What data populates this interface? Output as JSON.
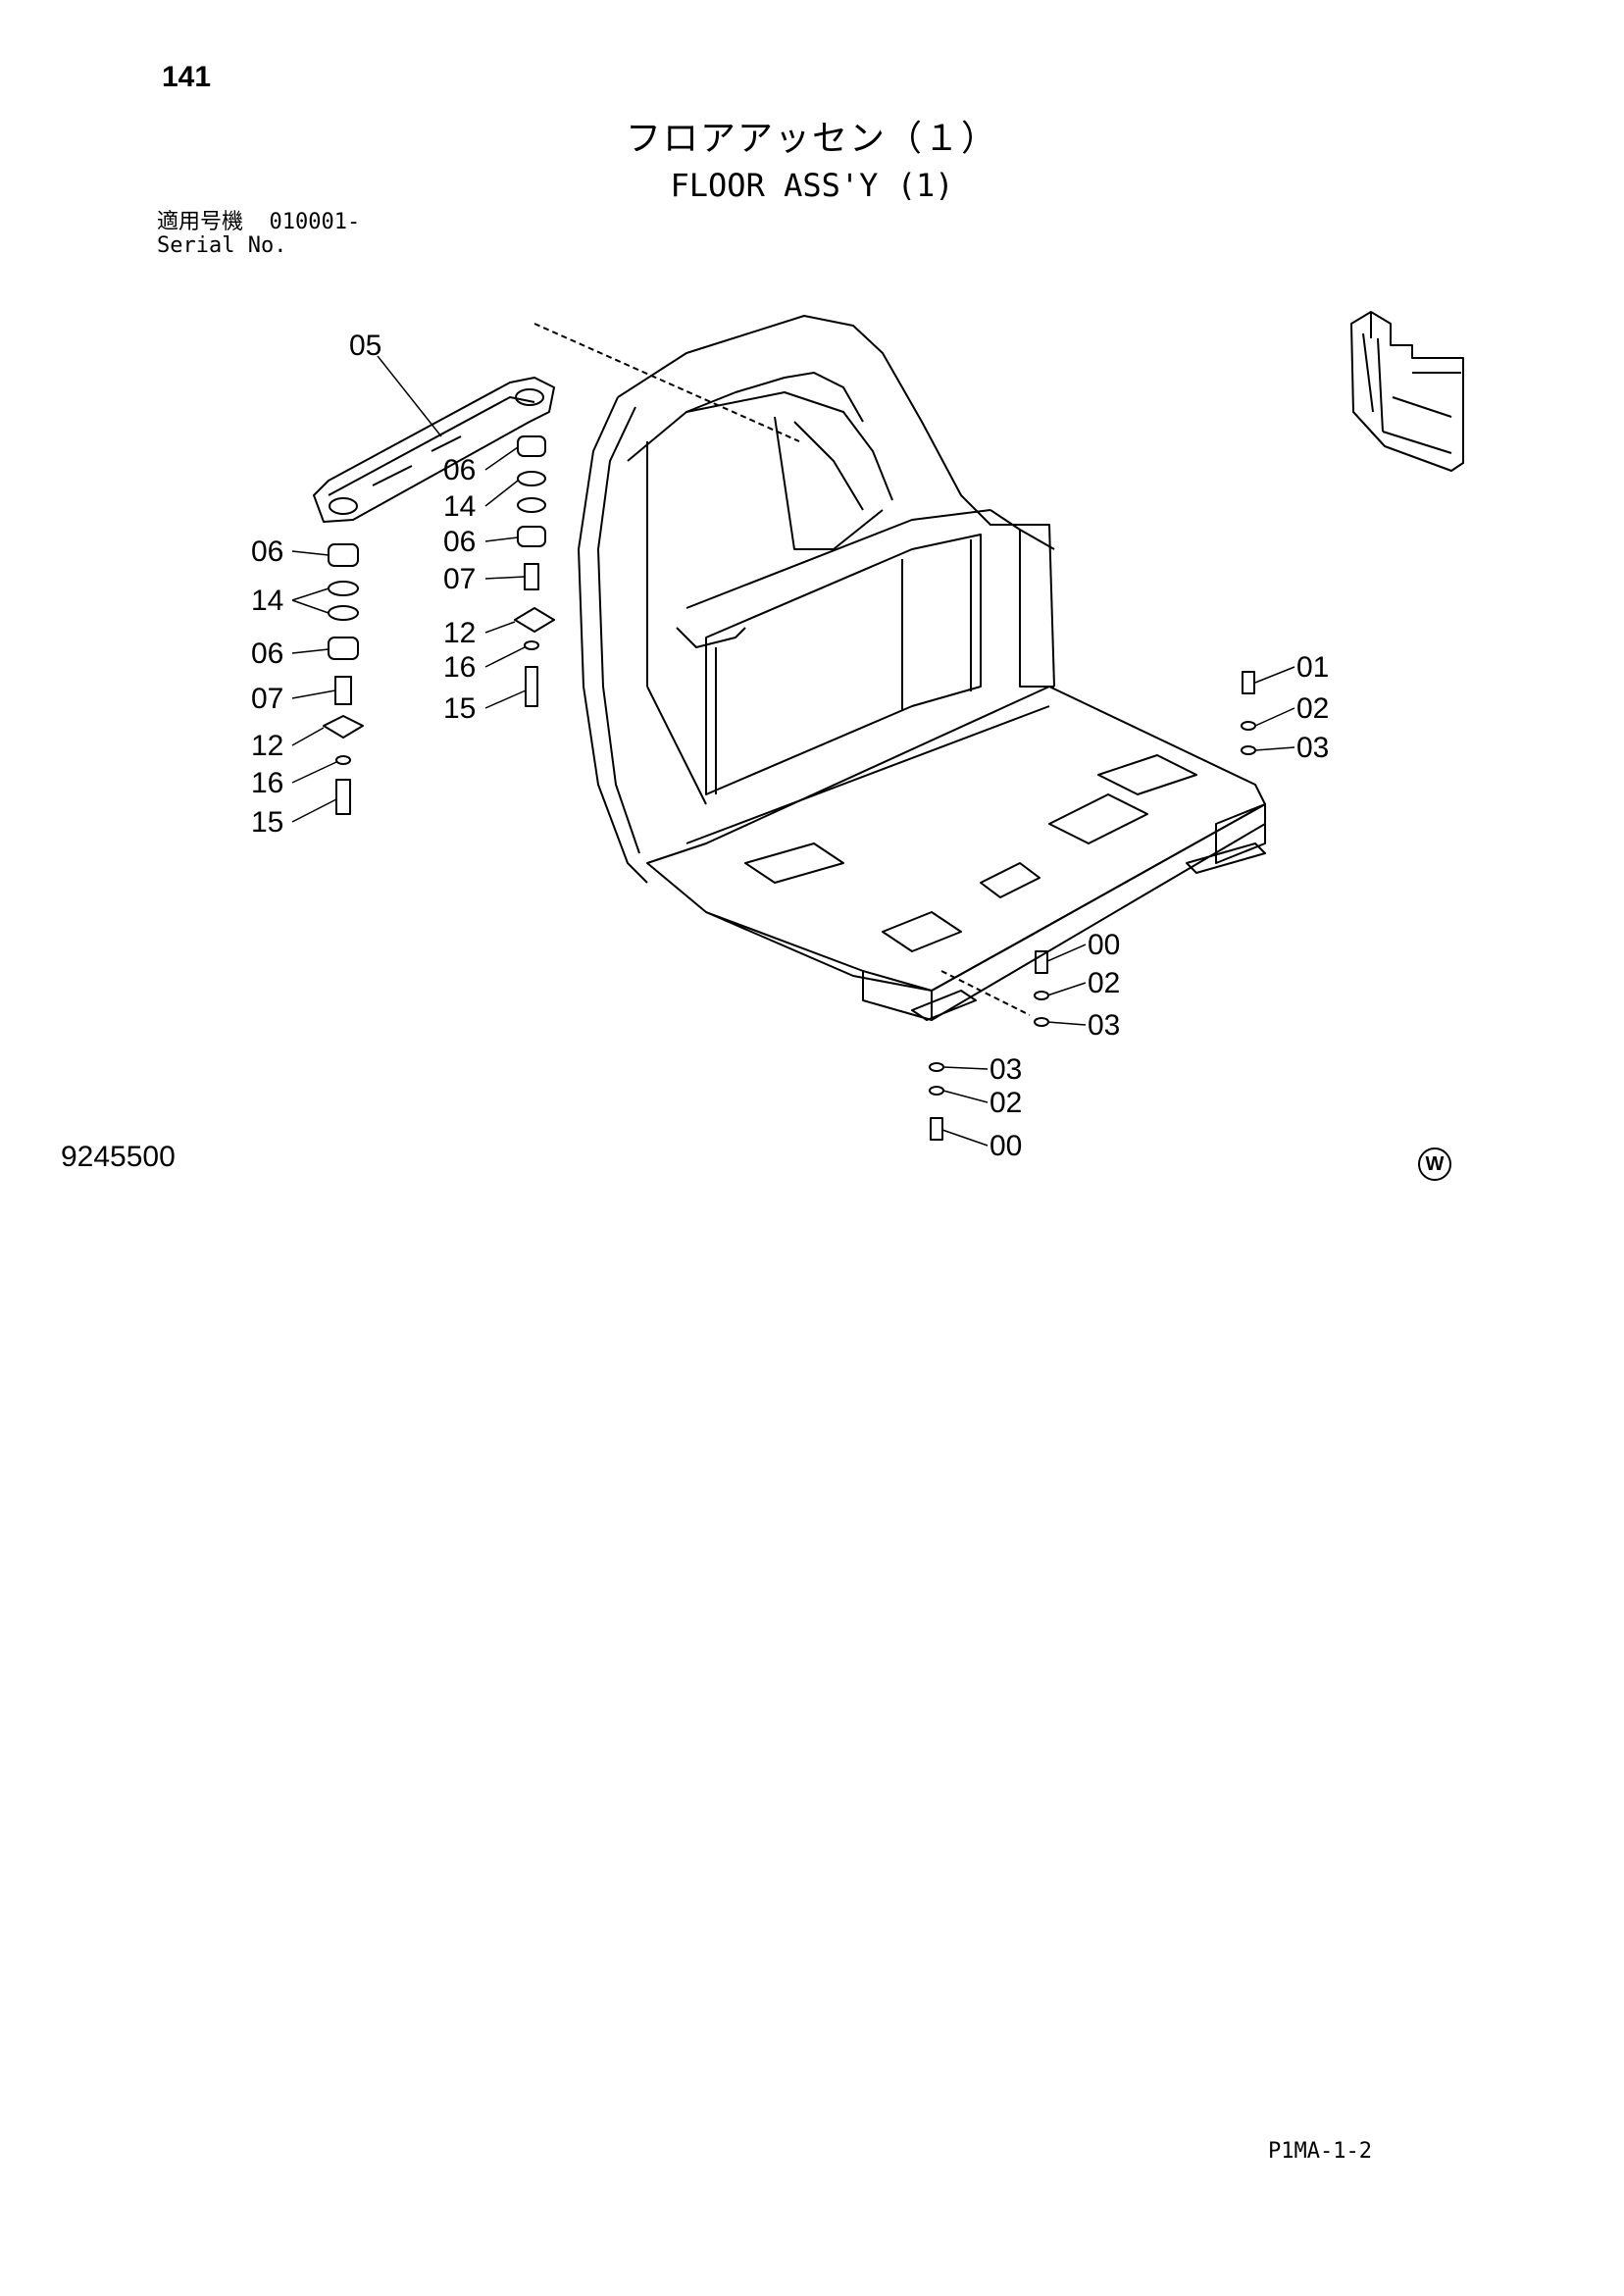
{
  "header": {
    "page_number": "141",
    "title_jp": "フロアアッセン（１）",
    "title_en": "FLOOR ASS'Y (1)",
    "serial_label_jp": "適用号機",
    "serial_value": "010001-",
    "serial_label_en": "Serial No."
  },
  "callouts": [
    {
      "id": "c05a",
      "label": "05"
    },
    {
      "id": "c06a",
      "label": "06"
    },
    {
      "id": "c14a",
      "label": "14"
    },
    {
      "id": "c06b",
      "label": "06"
    },
    {
      "id": "c07a",
      "label": "07"
    },
    {
      "id": "c12a",
      "label": "12"
    },
    {
      "id": "c16a",
      "label": "16"
    },
    {
      "id": "c15a",
      "label": "15"
    },
    {
      "id": "c06c",
      "label": "06"
    },
    {
      "id": "c14b",
      "label": "14"
    },
    {
      "id": "c06d",
      "label": "06"
    },
    {
      "id": "c07b",
      "label": "07"
    },
    {
      "id": "c12b",
      "label": "12"
    },
    {
      "id": "c16b",
      "label": "16"
    },
    {
      "id": "c15b",
      "label": "15"
    },
    {
      "id": "c01",
      "label": "01"
    },
    {
      "id": "c02a",
      "label": "02"
    },
    {
      "id": "c03a",
      "label": "03"
    },
    {
      "id": "c00a",
      "label": "00"
    },
    {
      "id": "c02b",
      "label": "02"
    },
    {
      "id": "c03b",
      "label": "03"
    },
    {
      "id": "c03c",
      "label": "03"
    },
    {
      "id": "c02c",
      "label": "02"
    },
    {
      "id": "c00b",
      "label": "00"
    }
  ],
  "footer": {
    "doc_code": "9245500",
    "w_mark": "W",
    "page_ref": "P1MA-1-2"
  }
}
